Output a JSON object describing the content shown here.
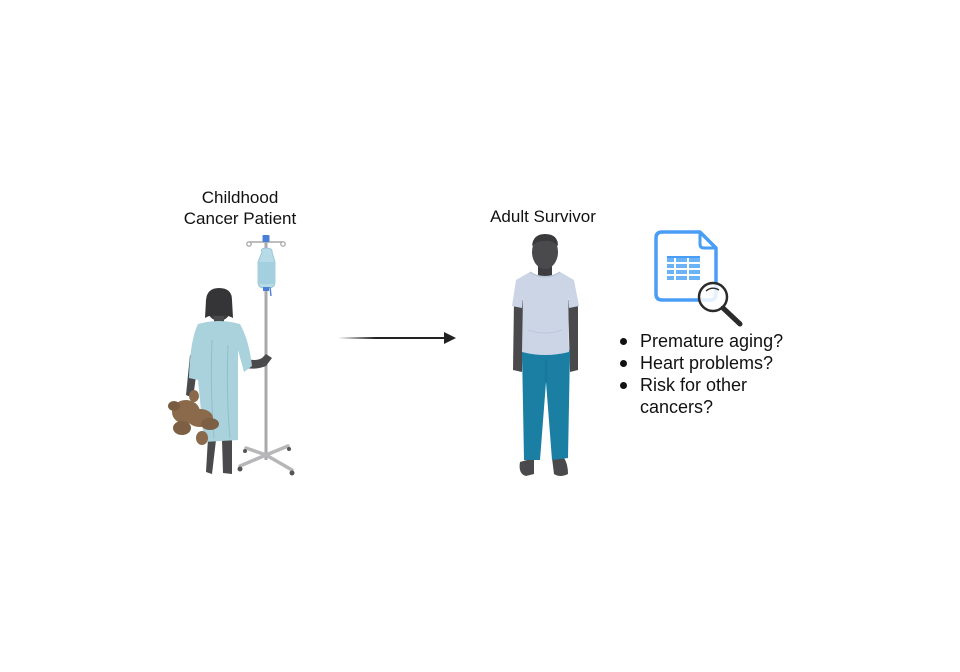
{
  "diagram": {
    "left_panel": {
      "label": "Childhood\nCancer Patient",
      "label_line1": "Childhood",
      "label_line2": "Cancer Patient"
    },
    "right_panel": {
      "label": "Adult Survivor"
    },
    "arrow": {
      "direction": "right",
      "meaning": "progression over time"
    },
    "icon": {
      "name": "spreadsheet-document-with-magnifier-icon",
      "color": "#4a9df5"
    },
    "questions": [
      {
        "text": "Premature aging?"
      },
      {
        "text": "Heart problems?"
      },
      {
        "text": "Risk for other",
        "continuation": "cancers?"
      }
    ],
    "colors": {
      "skin": "#4a4a4c",
      "gown": "#a9d2dc",
      "shirt": "#ccd5e6",
      "pants": "#1a7fa3",
      "teddy": "#8a6a4a",
      "iv_bag": "#a8d4e2",
      "pole": "#a9a9ab",
      "doc_icon": "#4a9df5"
    }
  }
}
